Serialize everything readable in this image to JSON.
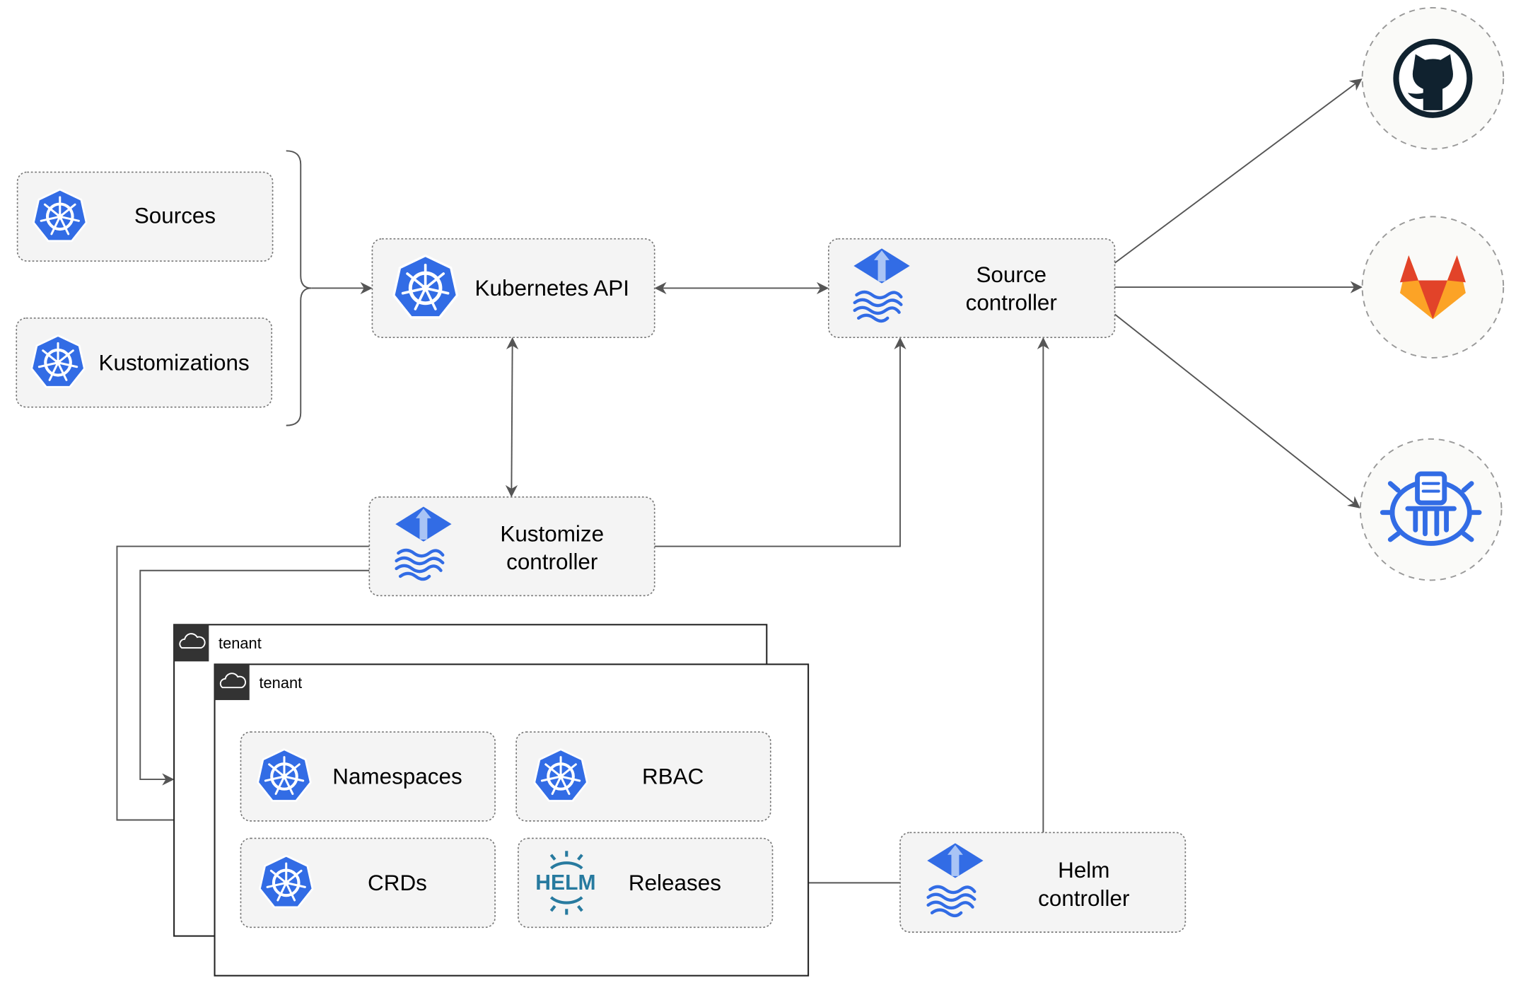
{
  "nodes": {
    "sources": "Sources",
    "kustomizations": "Kustomizations",
    "kubernetes_api": "Kubernetes API",
    "source_controller": [
      "Source",
      "controller"
    ],
    "kustomize_controller": [
      "Kustomize",
      "controller"
    ],
    "helm_controller": [
      "Helm",
      "controller"
    ],
    "namespaces": "Namespaces",
    "rbac": "RBAC",
    "crds": "CRDs",
    "releases": "Releases"
  },
  "tenants": [
    "tenant",
    "tenant"
  ],
  "helm_logo_text": "HELM",
  "external_sources": [
    "github-icon",
    "gitlab-icon",
    "bucket-icon"
  ],
  "colors": {
    "kubernetes_blue": "#326CE5",
    "gitlab_orange": "#E24329",
    "github_dark": "#10222F",
    "helm_blue": "#277A9F"
  }
}
